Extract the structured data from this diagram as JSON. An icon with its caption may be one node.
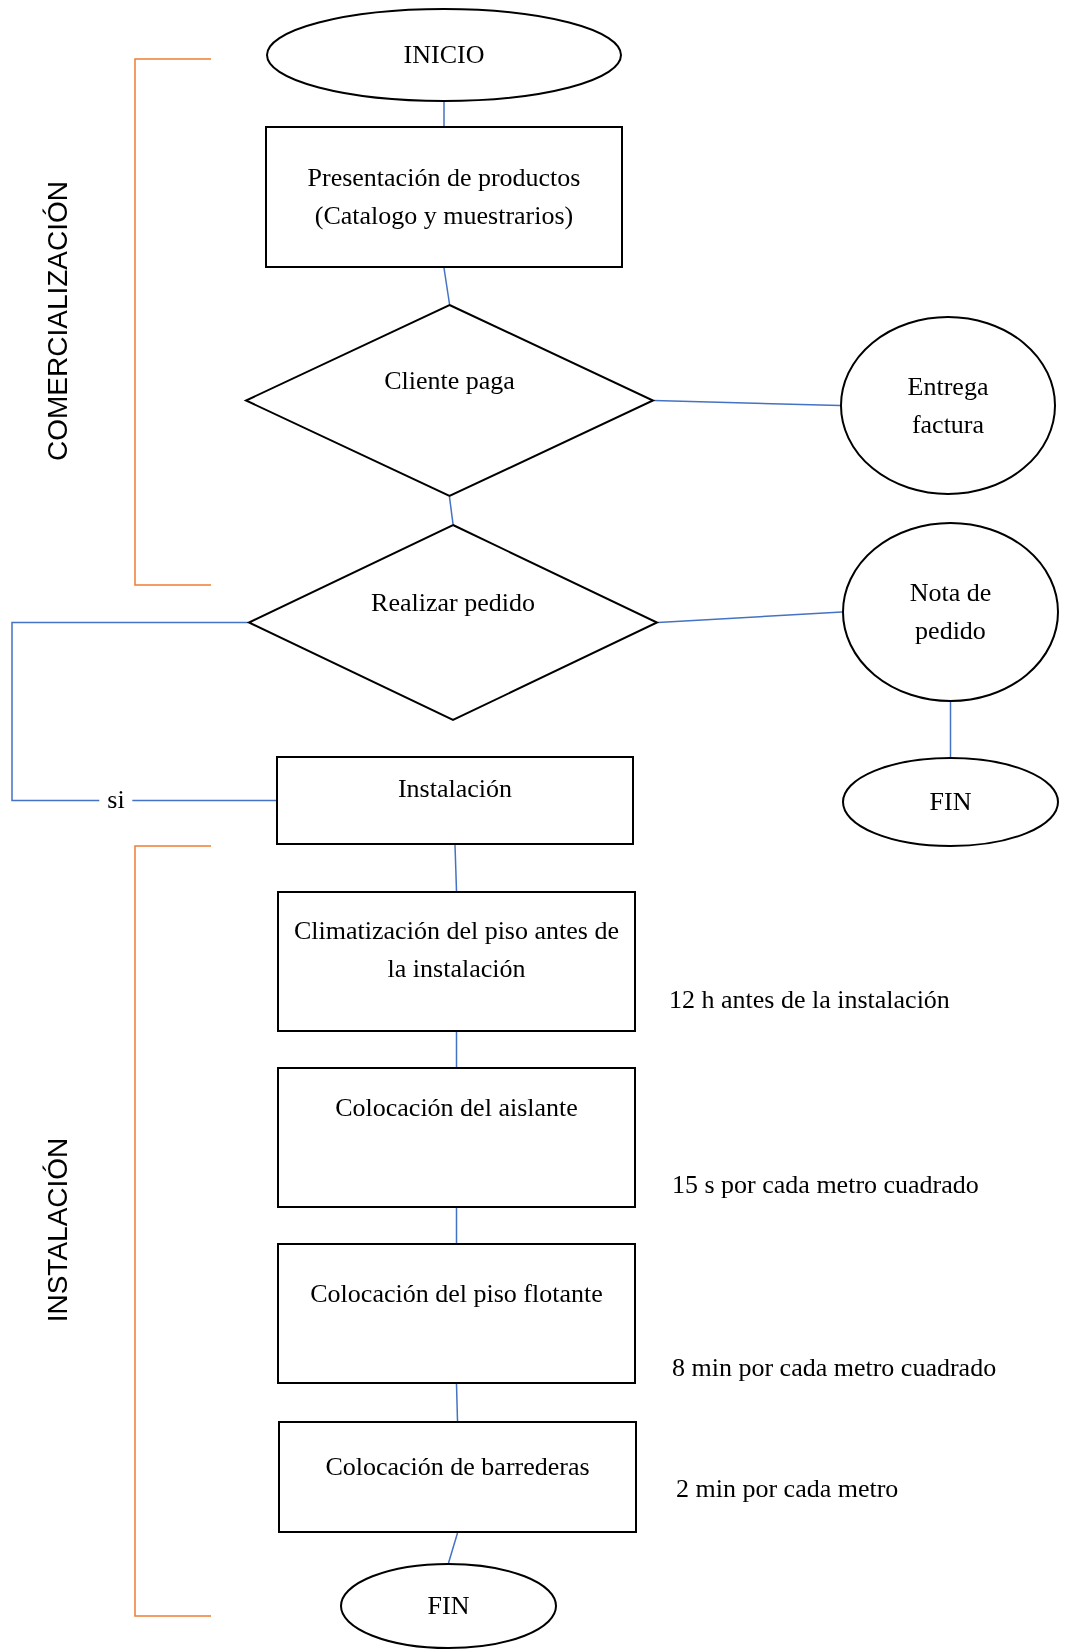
{
  "diagram": {
    "nodes": [
      {
        "text": [
          "INICIO"
        ]
      },
      {
        "text": [
          "Presentación de productos (Catalogo y muestrarios)"
        ]
      },
      {
        "text": [
          "Cliente paga"
        ]
      },
      {
        "text": [
          "Entrega factura"
        ]
      },
      {
        "text": [
          "Realizar pedido"
        ]
      },
      {
        "text": [
          "Nota de pedido"
        ]
      },
      {
        "text": [
          "FIN"
        ]
      },
      {
        "text": [
          "Instalación"
        ]
      },
      {
        "text": [
          "Climatización del piso antes de la instalación"
        ],
        "beside": [
          "12 h antes de la instalación"
        ]
      },
      {
        "text": [
          "Colocación del aislante"
        ],
        "beside": [
          "15 s por cada metro cuadrado"
        ]
      },
      {
        "text": [
          "Colocación del piso flotante"
        ],
        "beside": [
          "8 min por cada metro cuadrado"
        ]
      },
      {
        "text": [
          "Colocación de barrederas"
        ],
        "beside": [
          "2 min por cada metro"
        ]
      },
      {
        "text": [
          "FIN"
        ]
      }
    ],
    "edges": [
      {
        "from": 0,
        "to": 1,
        "arrow": "none"
      },
      {
        "from": 1,
        "to": 2,
        "arrow": "none"
      },
      {
        "from": 2,
        "to": 3,
        "arrow": "none"
      },
      {
        "from": 2,
        "to": 4,
        "arrow": "none"
      },
      {
        "from": 4,
        "to": 5,
        "arrow": "none"
      },
      {
        "from": 5,
        "to": 6,
        "arrow": "none"
      },
      {
        "from": 4,
        "to": 7,
        "arrow": "none",
        "label": "si"
      },
      {
        "from": 7,
        "to": 8,
        "arrow": "none"
      },
      {
        "from": 8,
        "to": 9,
        "arrow": "none"
      },
      {
        "from": 9,
        "to": 10,
        "arrow": "none"
      },
      {
        "from": 10,
        "to": 11,
        "arrow": "none"
      },
      {
        "from": 11,
        "to": 12,
        "arrow": "none"
      }
    ],
    "labels": [
      "COMERCIALIZACIÓN",
      "INSTALACIÓN"
    ]
  }
}
